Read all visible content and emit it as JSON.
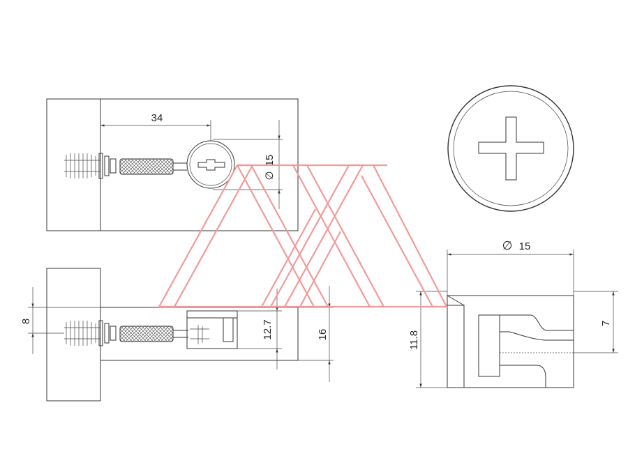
{
  "dimensions": {
    "top_view_length": "34",
    "top_view_diameter": "15",
    "side_view_offset": "8",
    "side_view_height": "12.7",
    "side_view_thickness": "16",
    "cam_diameter": "15",
    "cam_height": "11.8",
    "cam_slot": "7"
  },
  "symbols": {
    "diameter": "∅"
  },
  "colors": {
    "line": "#333333",
    "watermark": "#f29a9a"
  },
  "icons": {
    "watermark": "x-logo-watermark",
    "cam_top": "cross-slot-icon"
  }
}
